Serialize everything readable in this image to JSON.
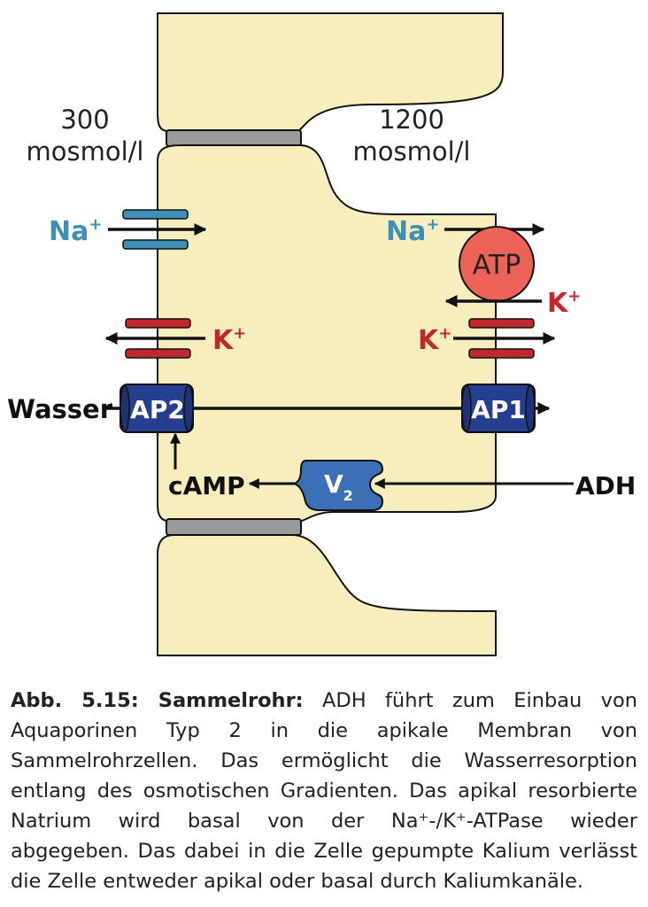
{
  "diagram": {
    "osm_left": {
      "value": "300",
      "unit": "mosmol/l"
    },
    "osm_right": {
      "value": "1200",
      "unit": "mosmol/l"
    },
    "na_left": {
      "base": "Na",
      "sup": "+"
    },
    "na_right": {
      "base": "Na",
      "sup": "+"
    },
    "k_left": {
      "base": "K",
      "sup": "+"
    },
    "k_right_upper": {
      "base": "K",
      "sup": "+"
    },
    "k_right_lower": {
      "base": "K",
      "sup": "+"
    },
    "atp": "ATP",
    "wasser": "Wasser",
    "ap2": "AP2",
    "ap1": "AP1",
    "camp": "cAMP",
    "v2": {
      "base": "V",
      "sub": "2"
    },
    "adh": "ADH",
    "colors": {
      "cell_fill": "#f8eebd",
      "junction": "#9a9a9a",
      "sodium": "#3d8fb5",
      "potassium": "#c0282e",
      "atp_fill": "#ec6257",
      "aquaporin": "#263e8f",
      "v2_receptor": "#3b6fb6"
    }
  },
  "caption": {
    "label": "Abb. 5.15: Sammelrohr:",
    "text": " ADH führt zum Einbau von Aquaporinen Typ 2 in die apikale Membran von Sammelrohrzellen. Das ermöglicht die Wasserresorption entlang des osmotischen Gradienten. Das apikal resorbierte Natrium wird basal von der Na⁺-/K⁺-ATPase wieder abgegeben. Das dabei in die Zelle gepumpte Kalium verlässt die Zelle entweder apikal oder basal durch Kaliumkanäle."
  }
}
